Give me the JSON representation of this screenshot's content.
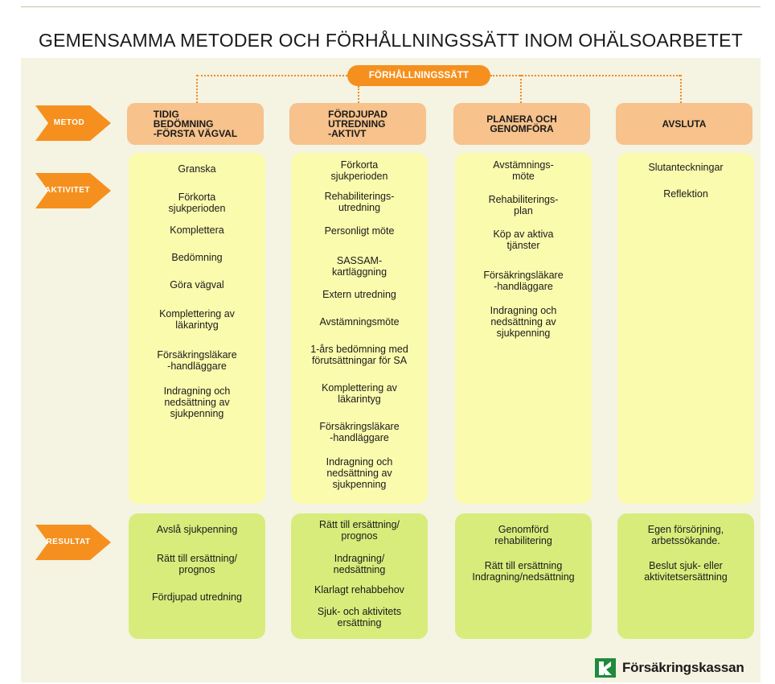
{
  "title": "GEMENSAMMA METODER OCH FÖRHÅLLNINGSSÄTT INOM OHÄLSOARBETET",
  "approach_label": "FÖRHÅLLNINGSSÄTT",
  "row_labels": {
    "metod": "METOD",
    "aktivitet": "AKTIVITET",
    "resultat": "RESULTAT"
  },
  "columns": [
    {
      "header": "TIDIG\nBEDÖMNING\n-FÖRSTA VÄGVAL",
      "activities": [
        "Granska",
        "Förkorta\nsjukperioden",
        "Komplettera",
        "Bedömning",
        "Göra vägval",
        "Komplettering av\nläkarintyg",
        "Försäkringsläkare\n-handläggare",
        "Indragning och\nnedsättning av\nsjukpenning"
      ],
      "results": [
        "Avslå sjukpenning",
        "Rätt till ersättning/\nprognos",
        "Fördjupad utredning"
      ]
    },
    {
      "header": "FÖRDJUPAD\nUTREDNING\n-AKTIVT",
      "activities": [
        "Förkorta\nsjukperioden",
        "Rehabiliterings-\nutredning",
        "Personligt möte",
        "SASSAM-\nkartläggning",
        "Extern utredning",
        "Avstämningsmöte",
        "1-års bedömning med\nförutsättningar för SA",
        "Komplettering av\nläkarintyg",
        "Försäkringsläkare\n-handläggare",
        "Indragning och\nnedsättning av\nsjukpenning"
      ],
      "results": [
        "Rätt till ersättning/\nprognos",
        "Indragning/\nnedsättning",
        "Klarlagt rehabbehov",
        "Sjuk- och aktivitets\nersättning"
      ]
    },
    {
      "header": "PLANERA OCH\nGENOMFÖRA",
      "activities": [
        "Avstämnings-\nmöte",
        "Rehabiliterings-\nplan",
        "Köp av aktiva\ntjänster",
        "Försäkringsläkare\n-handläggare",
        "Indragning och\nnedsättning av\nsjukpenning"
      ],
      "results": [
        "Genomförd\nrehabilitering",
        "Rätt till ersättning\nIndragning/nedsättning"
      ]
    },
    {
      "header": "AVSLUTA",
      "activities": [
        "Slutanteckningar",
        "Reflektion"
      ],
      "results": [
        "Egen försörjning,\narbetssökande.",
        "Beslut sjuk- eller\naktivitetsersättning"
      ]
    }
  ],
  "logo": {
    "text": "Försäkringskassan",
    "icon": "forsakringskassan-logo-icon"
  },
  "colors": {
    "background": "#f5f3e2",
    "orange": "#f5901e",
    "header": "#f7c28b",
    "activity": "#fbfbae",
    "result": "#d8ec7c",
    "logo_green": "#1f8a3c"
  }
}
